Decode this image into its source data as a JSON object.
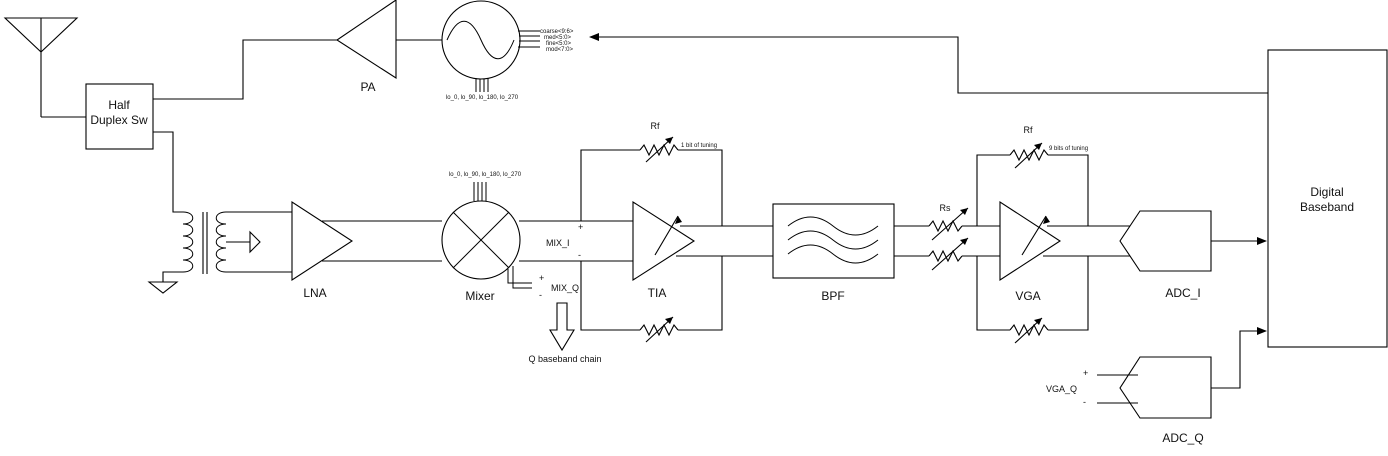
{
  "blocks": {
    "half_duplex_line1": "Half",
    "half_duplex_line2": "Duplex Sw",
    "pa": "PA",
    "lna": "LNA",
    "mixer": "Mixer",
    "tia": "TIA",
    "bpf": "BPF",
    "vga": "VGA",
    "adc_i": "ADC_I",
    "adc_q": "ADC_Q",
    "digital_line1": "Digital",
    "digital_line2": "Baseband"
  },
  "lo": {
    "ctrl": [
      "coarse<9:6>",
      "med<5:0>",
      "fine<5:0>",
      "mod<7:0>"
    ],
    "phases_top": "lo_0, lo_90, lo_180, lo_270",
    "phases_mixer": "lo_0, lo_90, lo_180, lo_270"
  },
  "signals": {
    "mix_i": "MIX_I",
    "mix_q": "MIX_Q",
    "vga_q": "VGA_Q",
    "q_chain": "Q baseband chain",
    "plus": "+",
    "minus": "-"
  },
  "resistors": {
    "rf_tia": "Rf",
    "rf_tia_note": "1 bit of tuning",
    "rf_vga": "Rf",
    "rf_vga_note": "9 bits of tuning",
    "rs": "Rs"
  }
}
